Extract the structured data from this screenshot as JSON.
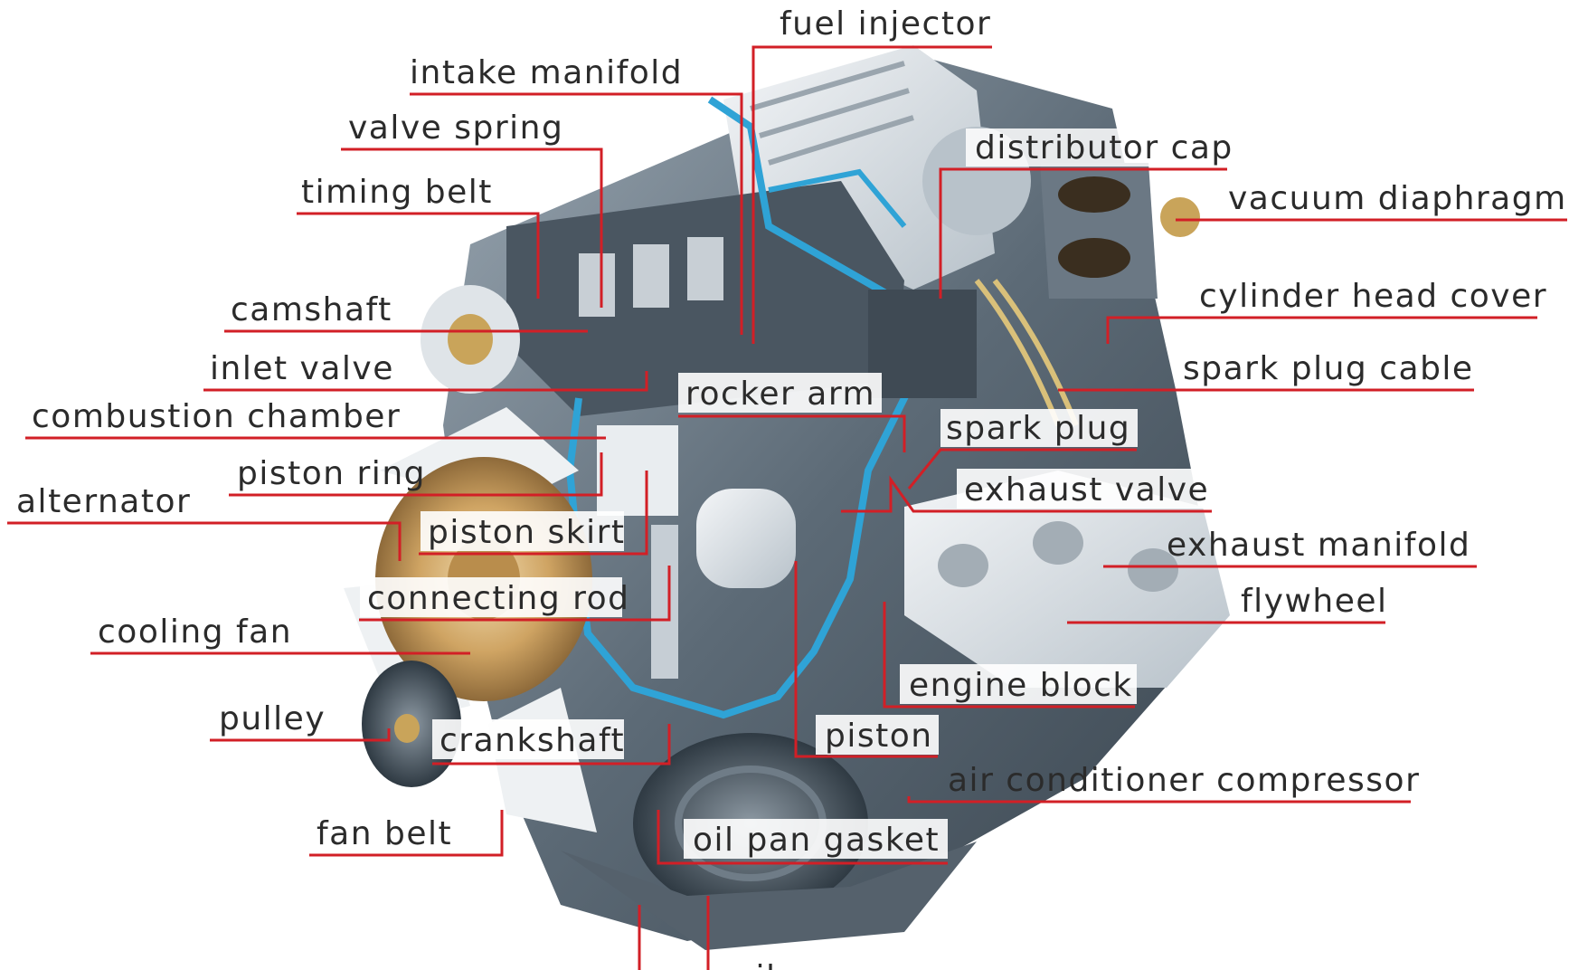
{
  "colors": {
    "leader_line": "#d21f26",
    "label_text": "#2b2b2b",
    "cutaway_outline": "#2fa3d6",
    "engine_metal": "#5f6f7c",
    "engine_light": "#d7dde2",
    "brass": "#c9a45a"
  },
  "labels": {
    "fuel_injector": "fuel injector",
    "intake_manifold": "intake manifold",
    "valve_spring": "valve spring",
    "timing_belt": "timing belt",
    "distributor_cap": "distributor cap",
    "vacuum_diaphragm": "vacuum diaphragm",
    "cylinder_head_cover": "cylinder head cover",
    "camshaft": "camshaft",
    "inlet_valve": "inlet valve",
    "spark_plug_cable": "spark plug cable",
    "rocker_arm": "rocker arm",
    "combustion_chamber": "combustion chamber",
    "spark_plug": "spark plug",
    "piston_ring": "piston ring",
    "exhaust_valve": "exhaust valve",
    "alternator": "alternator",
    "piston_skirt": "piston skirt",
    "exhaust_manifold": "exhaust manifold",
    "connecting_rod": "connecting rod",
    "flywheel": "flywheel",
    "cooling_fan": "cooling fan",
    "engine_block": "engine block",
    "pulley": "pulley",
    "crankshaft": "crankshaft",
    "piston": "piston",
    "air_conditioner_compressor": "air conditioner compressor",
    "fan_belt": "fan belt",
    "oil_pan_gasket": "oil pan gasket",
    "oil_pan": "oil pan"
  }
}
